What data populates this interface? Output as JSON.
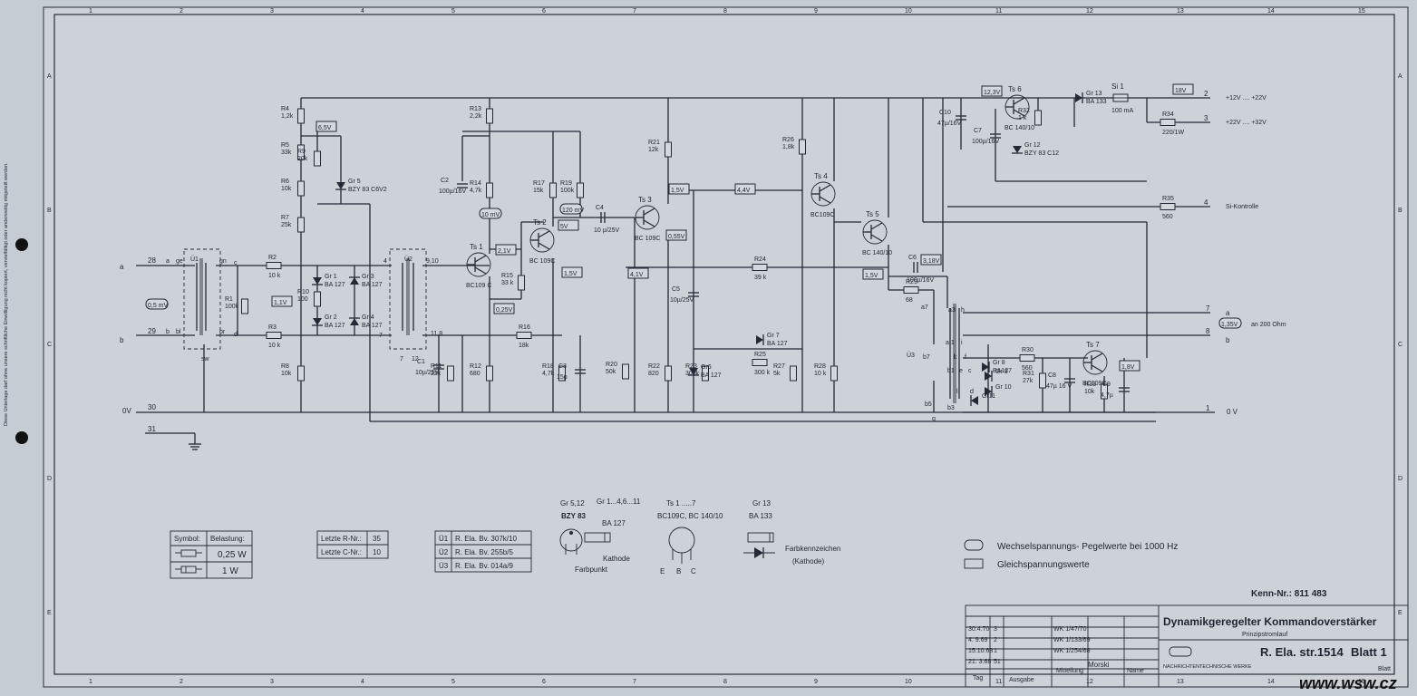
{
  "grid": {
    "cols": [
      "1",
      "2",
      "3",
      "4",
      "5",
      "6",
      "7",
      "8",
      "9",
      "10",
      "11",
      "12",
      "13",
      "14",
      "15"
    ],
    "rows": [
      "A",
      "B",
      "C",
      "D",
      "E"
    ]
  },
  "terminals": {
    "in_a": "28",
    "in_b": "29",
    "zero": "30",
    "gnd": "31",
    "supply_12_22": "2",
    "supply_22_32": "3",
    "si_kontrolle": "4",
    "out_a": "7",
    "out_b": "8",
    "out_0v": "1"
  },
  "node_letters": {
    "a": "a",
    "b": "b",
    "ge": "ge",
    "bl": "bl",
    "gn": "gn",
    "br": "br",
    "c": "c",
    "d": "d",
    "sw": "sw",
    "zero_v": "0V",
    "zero_v_right": "0 V",
    "a_right": "a",
    "b_right": "b"
  },
  "supply_labels": {
    "v12_22": "+12V .... +22V",
    "v22_32": "+22V .... +32V",
    "si_kontrolle": "Si-Kontrolle"
  },
  "output_level": "an 200  Ohm",
  "transformers": [
    "Ü1",
    "Ü2",
    "Ü3"
  ],
  "tr_pins": {
    "u2_left": "4",
    "u2_top": "9,10",
    "u2_bottom_left": "7",
    "u2_bottom_right": "12",
    "u2_tap": "11,8",
    "u3_a7": "a7",
    "u3_a3": "a3",
    "u3_h": "h",
    "u3_a1": "a 1",
    "u3_k": "k",
    "u3_i": "i",
    "u3_b7": "b7",
    "u3_b1": "b1",
    "u3_b3": "b3",
    "u3_b5": "b5",
    "u3_e": "e",
    "u3_g": "g",
    "u3_l": "l",
    "u3_d": "d",
    "u3_f": "f",
    "u3_c": "c"
  },
  "resistors": [
    {
      "name": "R4",
      "value": "1,2k"
    },
    {
      "name": "R5",
      "value": "33k"
    },
    {
      "name": "R6",
      "value": "10k"
    },
    {
      "name": "R7",
      "value": "25k"
    },
    {
      "name": "R8",
      "value": "10k"
    },
    {
      "name": "R9",
      "value": "20k"
    },
    {
      "name": "R1",
      "value": "100k"
    },
    {
      "name": "R2",
      "value": "10 k"
    },
    {
      "name": "R3",
      "value": "10 k"
    },
    {
      "name": "R10",
      "value": "100"
    },
    {
      "name": "R11",
      "value": "22k"
    },
    {
      "name": "R12",
      "value": "680"
    },
    {
      "name": "R13",
      "value": "2,2k"
    },
    {
      "name": "R14",
      "value": "4,7k"
    },
    {
      "name": "R15",
      "value": "33 k"
    },
    {
      "name": "R16",
      "value": "18k"
    },
    {
      "name": "R17",
      "value": "15k"
    },
    {
      "name": "R18",
      "value": "4,7k"
    },
    {
      "name": "R19",
      "value": "100k"
    },
    {
      "name": "R20",
      "value": "50k"
    },
    {
      "name": "R21",
      "value": "12k"
    },
    {
      "name": "R22",
      "value": "820"
    },
    {
      "name": "R23",
      "value": "300k"
    },
    {
      "name": "R24",
      "value": "39 k"
    },
    {
      "name": "R25",
      "value": "300 k"
    },
    {
      "name": "R26",
      "value": "1,8k"
    },
    {
      "name": "R27",
      "value": "5k"
    },
    {
      "name": "R28",
      "value": "10 k"
    },
    {
      "name": "R29",
      "value": "68"
    },
    {
      "name": "R30",
      "value": "560"
    },
    {
      "name": "R31",
      "value": "27k"
    },
    {
      "name": "R32",
      "value": "1 k"
    },
    {
      "name": "R33",
      "value": "10k"
    },
    {
      "name": "R34",
      "value": "220/1W"
    },
    {
      "name": "R35",
      "value": "560"
    }
  ],
  "capacitors": [
    {
      "name": "C1",
      "value": "10µ/25V"
    },
    {
      "name": "C2",
      "value": "100µ/16V"
    },
    {
      "name": "C3",
      "value": "15p"
    },
    {
      "name": "C4",
      "value": "10 µ/25V"
    },
    {
      "name": "C5",
      "value": "10µ/25V"
    },
    {
      "name": "C6",
      "value": "100µ/16V"
    },
    {
      "name": "C7",
      "value": "100µ/16V"
    },
    {
      "name": "C8",
      "value": "47µ 16 V"
    },
    {
      "name": "C9",
      "value": "4,7µ"
    },
    {
      "name": "C10",
      "value": "47µ/16V"
    }
  ],
  "transistors": [
    {
      "name": "Ts 1",
      "type": "BC109 C"
    },
    {
      "name": "Ts 2",
      "type": "BC 109C"
    },
    {
      "name": "Ts 3",
      "type": "BC 109C"
    },
    {
      "name": "Ts 4",
      "type": "BC109C"
    },
    {
      "name": "Ts 5",
      "type": "BC 140/10"
    },
    {
      "name": "Ts 6",
      "type": "BC 140/10"
    },
    {
      "name": "Ts 7",
      "type": "BC109C"
    }
  ],
  "diodes": [
    {
      "name": "Gr 1",
      "type": "BA 127"
    },
    {
      "name": "Gr 2",
      "type": "BA 127"
    },
    {
      "name": "Gr 3",
      "type": "BA 127"
    },
    {
      "name": "Gr 4",
      "type": "BA 127"
    },
    {
      "name": "Gr 5",
      "type": "BZY 83 C6V2"
    },
    {
      "name": "Gr6",
      "type": "BA 127"
    },
    {
      "name": "Gr 7",
      "type": "BA 127"
    },
    {
      "name": "Gr 8",
      "type": "BA127"
    },
    {
      "name": "Gr 9",
      "type": ""
    },
    {
      "name": "Gr 10",
      "type": ""
    },
    {
      "name": "Gr11",
      "type": ""
    },
    {
      "name": "Gr 12",
      "type": "BZY 83 C12"
    },
    {
      "name": "Gr 13",
      "type": "BA 133"
    }
  ],
  "fuse": {
    "name": "Si 1",
    "value": "100 mA"
  },
  "level_values": {
    "in": "0,5 mV",
    "c2": "10 mV",
    "ts2": "120 mV",
    "out": "1,35V"
  },
  "dc_values": {
    "r9": "6,5V",
    "r10": "1,1V",
    "ts1c": "2,1V",
    "ts1e": "0,25V",
    "ts2c": "5V",
    "ts2e": "1,5V",
    "ts3b": "1,5V",
    "ts3e": "0,55V",
    "r20": "4,1V",
    "ts4": "4,4V",
    "ts5": "1,5V",
    "c6": "3,18V",
    "c10": "12,3V",
    "supply": "18V",
    "ts7": "1,8V"
  },
  "symbol_table": {
    "header_symbol": "Symbol:",
    "header_load": "Belastung:",
    "rows": [
      {
        "load": "0,25 W"
      },
      {
        "load": "1 W"
      }
    ]
  },
  "last_nr": {
    "rows": [
      {
        "label": "Letzte R-Nr.:",
        "value": "35"
      },
      {
        "label": "Letzte C-Nr.:",
        "value": "10"
      }
    ]
  },
  "transformer_table": [
    {
      "tr": "Ü1",
      "ref": "R. Ela. Bv. 307k/10"
    },
    {
      "tr": "Ü2",
      "ref": "R. Ela. Bv. 255b/5"
    },
    {
      "tr": "Ü3",
      "ref": "R. Ela. Bv. 014a/9"
    }
  ],
  "pinouts": {
    "gr_zener": "Gr 5,12",
    "gr_zener_type": "BZY 83",
    "gr_ba127": "Gr 1...4,6...11",
    "gr_ba127_type": "BA 127",
    "farbpunkt": "Farbpunkt",
    "kathode": "Kathode",
    "ts_all": "Ts 1 .....7",
    "ts_types": "BC109C, BC 140/10",
    "pins": [
      "E",
      "B",
      "C"
    ],
    "gr13": "Gr 13",
    "gr13_type": "BA 133",
    "farbkennzeichen": "Farbkennzeichen",
    "kathode_paren": "(Kathode)"
  },
  "legend": {
    "ac": "Wechselspannungs- Pegelwerte bei 1000 Hz",
    "dc": "Gleichspannungswerte"
  },
  "kenn_nr": "Kenn-Nr.:  811 483",
  "title_block": {
    "title": "Dynamikgeregelter  Kommandoverstärker",
    "subtitle": "Prinzipstromlauf",
    "drawing": "R. Ela. str.1514",
    "sheet": "Blatt 1",
    "company": "NACHRICHTENTECHNISCHE WERKE",
    "revisions": [
      {
        "date": "30.4.70",
        "no": "3",
        "change": "WK 1/47/70"
      },
      {
        "date": "4. 9.69",
        "no": "2",
        "change": "WK 1/133/69"
      },
      {
        "date": "15.10.68",
        "no": "1",
        "change": "WK 1/254/68"
      },
      {
        "date": "21. 3.68",
        "no": "51",
        "change": ""
      }
    ],
    "signer": "Morski",
    "col_tag": "Tag",
    "col_ausgabe": "Ausgabe",
    "col_mitteilung": "Mitteilung",
    "col_name": "Name",
    "col_blatt": "Blatt"
  },
  "watermark": "www.wsw.cz",
  "margin_note": "Diese Unterlage darf ohne unsere schriftliche Einwilligung nicht kopiert, vervielfältigt oder anderweitig mitgeteilt werden."
}
